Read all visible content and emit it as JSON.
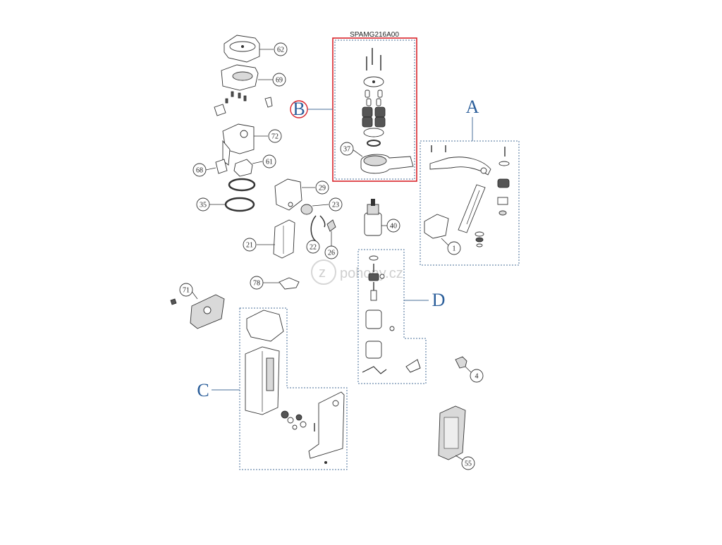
{
  "kit": {
    "code": "SPAMG216A00"
  },
  "groups": {
    "a": "A",
    "b": "B",
    "c": "C",
    "d": "D"
  },
  "watermark": {
    "text": "pohony.cz"
  },
  "callouts": {
    "p62": "62",
    "p69": "69",
    "p72": "72",
    "p61": "61",
    "p68": "68",
    "p35": "35",
    "p29": "29",
    "p23": "23",
    "p21": "21",
    "p22": "22",
    "p26": "26",
    "p37": "37",
    "p40": "40",
    "p1": "1",
    "p78": "78",
    "p71": "71",
    "p4": "4",
    "p55": "55"
  },
  "colors": {
    "kit_box": "#d9232a",
    "group_blue": "#2b5e9a"
  }
}
